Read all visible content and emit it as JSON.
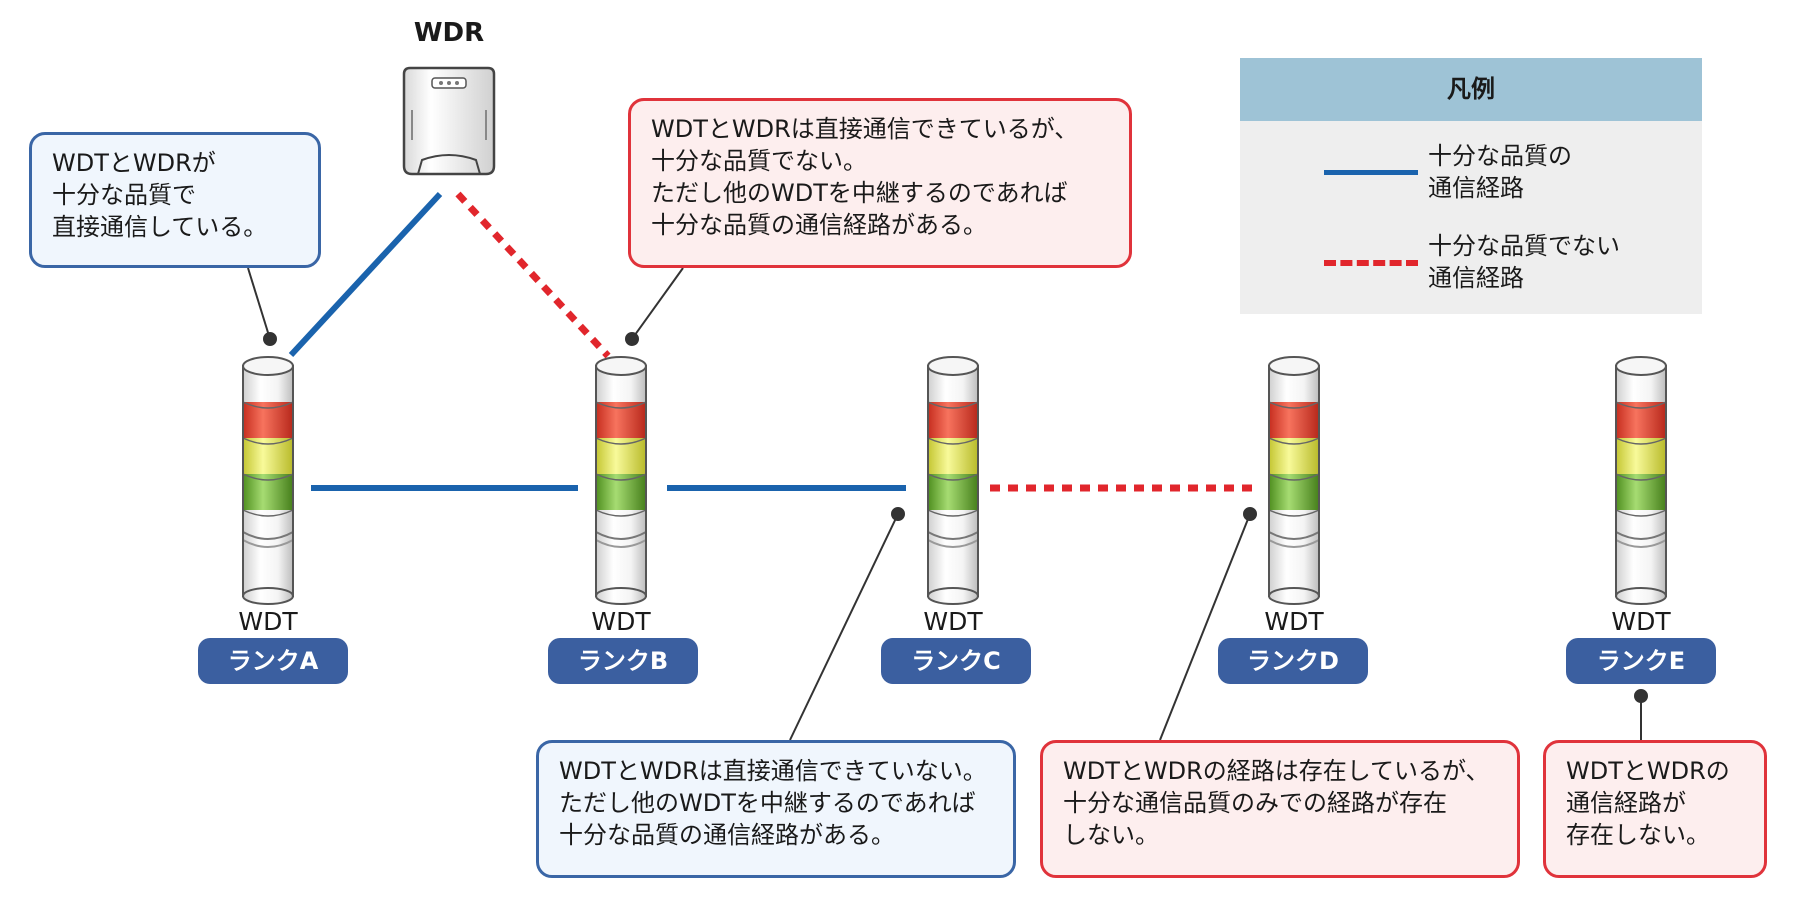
{
  "wdr": {
    "label": "WDR"
  },
  "legend": {
    "title": "凡例",
    "items": [
      {
        "style": "solid",
        "color": "#1a63ad",
        "lines": [
          "十分な品質の",
          "通信経路"
        ]
      },
      {
        "style": "dashed",
        "color": "#e1262c",
        "lines": [
          "十分な品質でない",
          "通信経路"
        ]
      }
    ]
  },
  "wdts": [
    {
      "label": "WDT",
      "rank": "ランクA"
    },
    {
      "label": "WDT",
      "rank": "ランクB"
    },
    {
      "label": "WDT",
      "rank": "ランクC"
    },
    {
      "label": "WDT",
      "rank": "ランクD"
    },
    {
      "label": "WDT",
      "rank": "ランクE"
    }
  ],
  "notes": {
    "a": [
      "WDTとWDRが",
      "十分な品質で",
      "直接通信している。"
    ],
    "b": [
      "WDTとWDRは直接通信できているが、",
      "十分な品質でない。",
      "ただし他のWDTを中継するのであれば",
      "十分な品質の通信経路がある。"
    ],
    "c": [
      "WDTとWDRは直接通信できていない。",
      "ただし他のWDTを中継するのであれば",
      "十分な品質の通信経路がある。"
    ],
    "d": [
      "WDTとWDRの経路は存在しているが、",
      "十分な通信品質のみでの経路が存在",
      "しない。"
    ],
    "e": [
      "WDTとWDRの",
      "通信経路が",
      "存在しない。"
    ]
  },
  "colors": {
    "good_link": "#1a63ad",
    "bad_link": "#e1262c",
    "note_blue_border": "#3a66a6",
    "note_red_border": "#e0333b",
    "rank_badge": "#3b5fa0",
    "lamp_red": "#e8432f",
    "lamp_yellow": "#e6e84e",
    "lamp_green": "#6ab42f"
  }
}
